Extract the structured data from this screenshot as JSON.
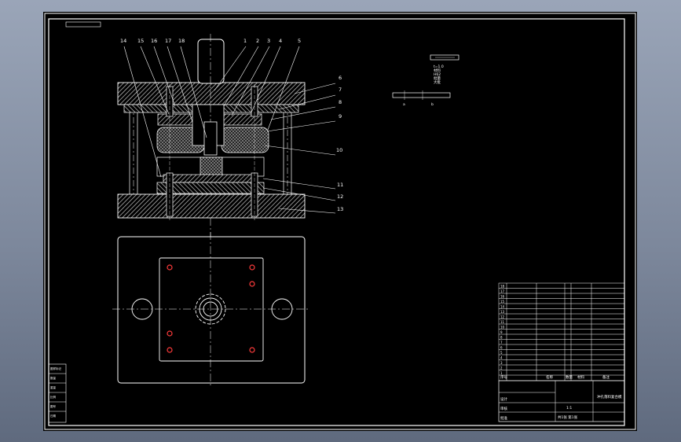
{
  "viewport": {
    "background": "#000000",
    "page_background": "#8a95a8"
  },
  "colors": {
    "line": "#ffffff",
    "hatch": "#bfbfbf",
    "center_line": "#ffffff",
    "hole_fill": "#2a2a2a",
    "pin_accent": "#ff3030"
  },
  "balloons": {
    "top": [
      "14",
      "15",
      "16",
      "17",
      "18",
      "1",
      "2",
      "3",
      "4",
      "5"
    ],
    "right": [
      "6",
      "7",
      "8",
      "9",
      "10",
      "11",
      "12",
      "13"
    ]
  },
  "part_views": {
    "top_label_lines": [
      "t=1.0",
      "材料",
      "H62",
      "批量",
      "大批"
    ],
    "bottom_labels": [
      "a",
      "b"
    ]
  },
  "bom": {
    "row_numbers": [
      "18",
      "17",
      "16",
      "15",
      "14",
      "13",
      "12",
      "11",
      "10",
      "9",
      "8",
      "7",
      "6",
      "5",
      "4",
      "3",
      "2",
      "1"
    ],
    "header": [
      "序号",
      "名称",
      "数量",
      "材料",
      "备注"
    ],
    "title_block": {
      "title": "冲孔落料复合模",
      "scale": "1:1",
      "sheet": "共1张 第1张",
      "designer": "设计",
      "checker": "审核",
      "approver": "批准"
    }
  },
  "left_strip": [
    "图样标记",
    "数量",
    "重量",
    "比例",
    "图号",
    "日期"
  ]
}
